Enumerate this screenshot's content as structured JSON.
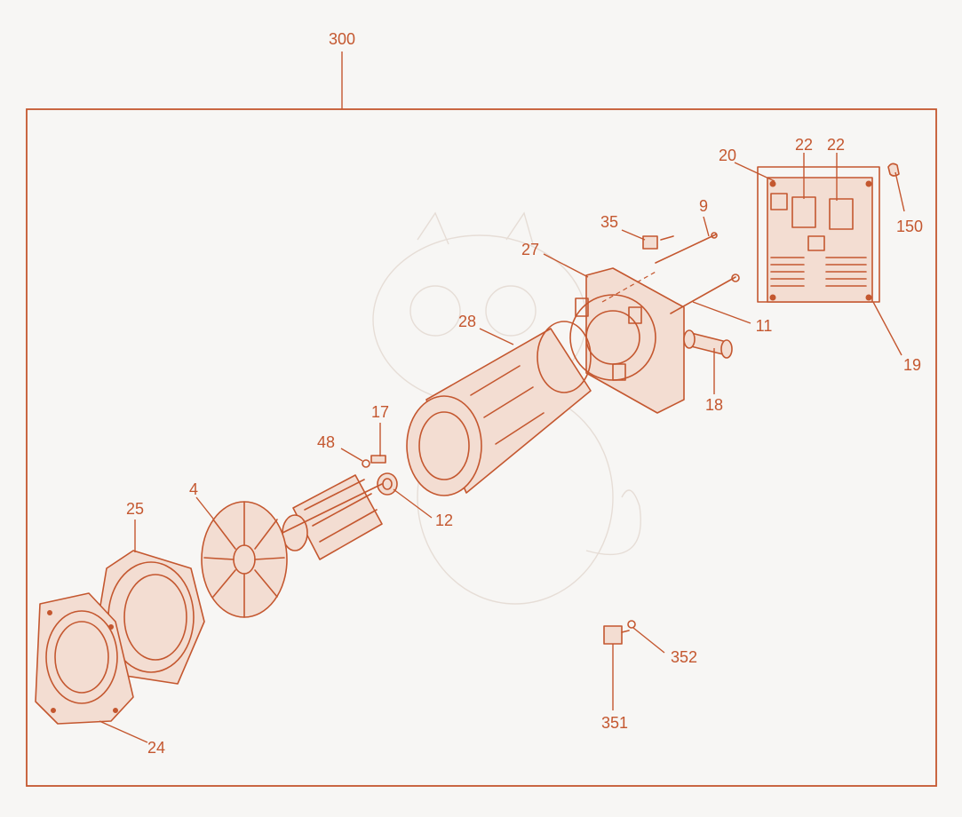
{
  "diagram": {
    "assembly_label": "300",
    "accent_color": "#c4572f",
    "background_color": "#f7f6f4",
    "callouts": [
      {
        "id": "c-20",
        "label": "20"
      },
      {
        "id": "c-22a",
        "label": "22"
      },
      {
        "id": "c-22b",
        "label": "22"
      },
      {
        "id": "c-150",
        "label": "150"
      },
      {
        "id": "c-9",
        "label": "9"
      },
      {
        "id": "c-35",
        "label": "35"
      },
      {
        "id": "c-27",
        "label": "27"
      },
      {
        "id": "c-28",
        "label": "28"
      },
      {
        "id": "c-11",
        "label": "11"
      },
      {
        "id": "c-19",
        "label": "19"
      },
      {
        "id": "c-18",
        "label": "18"
      },
      {
        "id": "c-17",
        "label": "17"
      },
      {
        "id": "c-48",
        "label": "48"
      },
      {
        "id": "c-12",
        "label": "12"
      },
      {
        "id": "c-25",
        "label": "25"
      },
      {
        "id": "c-4",
        "label": "4"
      },
      {
        "id": "c-352",
        "label": "352"
      },
      {
        "id": "c-351",
        "label": "351"
      },
      {
        "id": "c-24",
        "label": "24"
      }
    ]
  }
}
